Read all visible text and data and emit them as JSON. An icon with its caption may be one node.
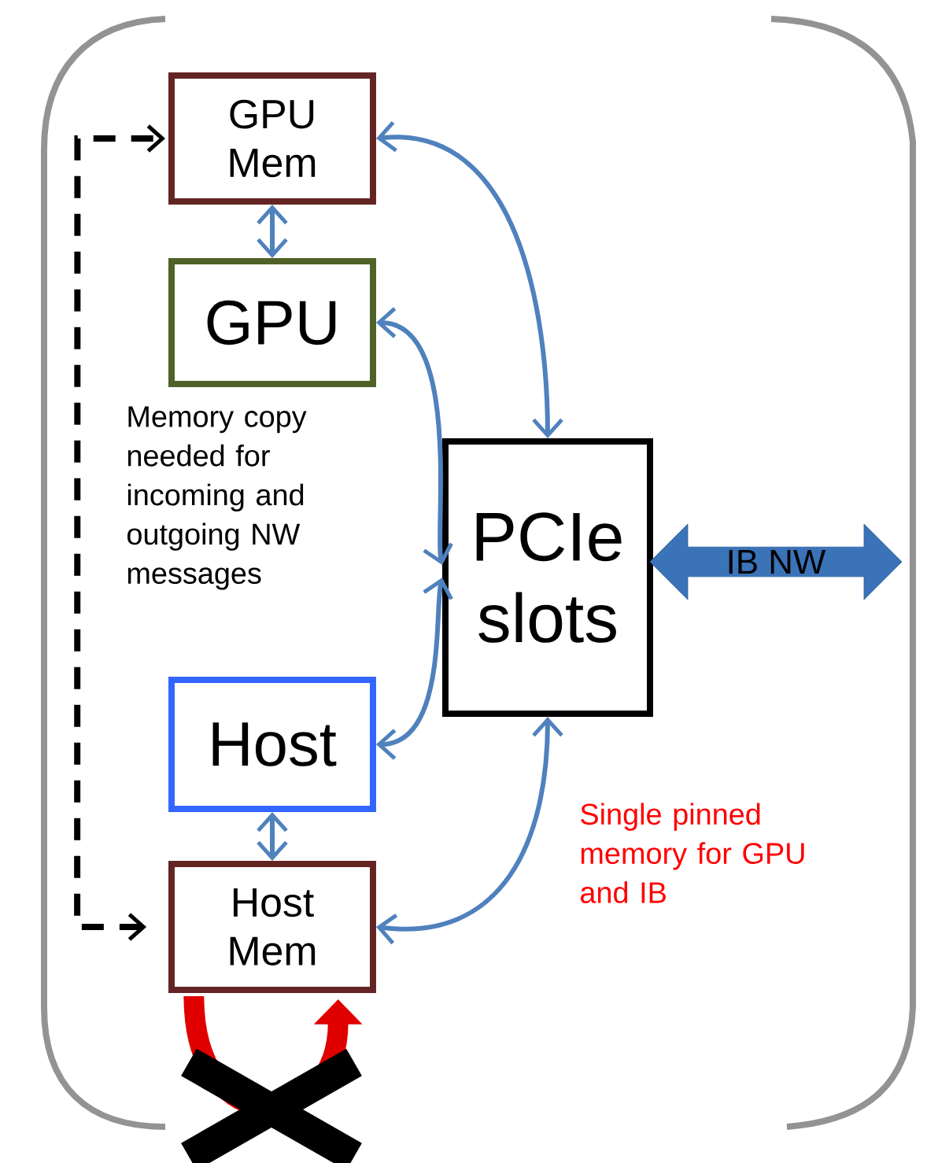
{
  "diagram": {
    "nodes": [
      {
        "text": [
          "GPU Mem"
        ]
      },
      {
        "text": [
          "GPU"
        ]
      },
      {
        "text": [
          "Host"
        ]
      },
      {
        "text": [
          "Host Mem"
        ]
      },
      {
        "text": [
          "PCIe slots"
        ]
      },
      {
        "text": [
          "IB NW"
        ]
      }
    ],
    "edges": [
      {
        "from": 0,
        "to": 1,
        "arrow": "both"
      },
      {
        "from": 0,
        "to": 4,
        "arrow": "both"
      },
      {
        "from": 1,
        "to": 4,
        "arrow": "both"
      },
      {
        "from": 2,
        "to": 4,
        "arrow": "both"
      },
      {
        "from": 3,
        "to": 4,
        "arrow": "both"
      },
      {
        "from": 2,
        "to": 3,
        "arrow": "both"
      },
      {
        "from": 3,
        "to": 0,
        "arrow": "both",
        "style": "dashed",
        "color": "#000000"
      },
      {
        "from": 3,
        "to": 3,
        "arrow": "to",
        "style": "thick",
        "color": "#e00000"
      }
    ],
    "labels": [
      "Memory copy needed for incoming and outgoing NW messages",
      "Single pinned memory for GPU and IB"
    ]
  }
}
